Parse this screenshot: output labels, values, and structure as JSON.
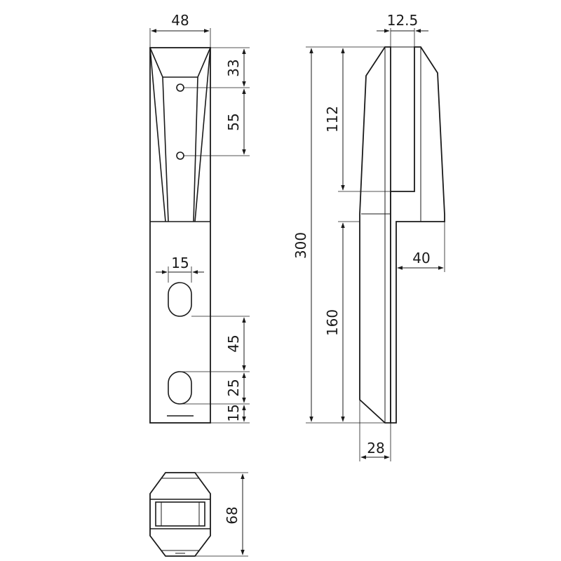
{
  "drawing": {
    "front_view": {
      "width_label": "48",
      "hole_offset_top_label": "33",
      "hole_spacing_label": "55",
      "slot_width_label": "15",
      "slot_spacing_label": "45",
      "slot_length_label": "25",
      "slot_bottom_label": "15"
    },
    "side_view": {
      "glass_gap_label": "12.5",
      "total_height_label": "300",
      "clamp_height_label": "112",
      "base_height_label": "160",
      "offset_label": "40",
      "thickness_label": "28"
    },
    "top_view": {
      "depth_label": "68"
    }
  }
}
